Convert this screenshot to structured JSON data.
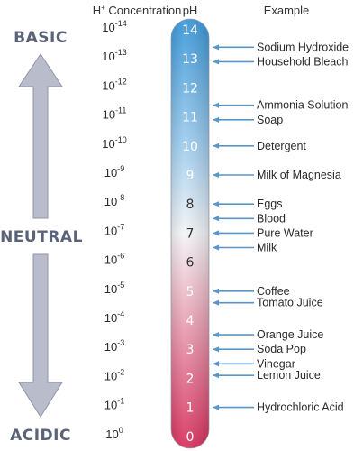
{
  "headers": {
    "concentration_prefix": "H",
    "concentration_sup": "+",
    "concentration_suffix": " Concentration",
    "ph": "pH",
    "example": "Example"
  },
  "side_labels": {
    "top": "BASIC",
    "middle": "NEUTRAL",
    "bottom": "ACIDIC"
  },
  "colors": {
    "basic": "#3a97d8",
    "neutral": "#f4f4f7",
    "acidic": "#d8305c",
    "arrow_fill": "#b8bccb",
    "pointer": "#5a96c9"
  },
  "scale": [
    {
      "ph": "14",
      "conc_base": "10",
      "conc_exp": "-14"
    },
    {
      "ph": "13",
      "conc_base": "10",
      "conc_exp": "-13"
    },
    {
      "ph": "12",
      "conc_base": "10",
      "conc_exp": "-12"
    },
    {
      "ph": "11",
      "conc_base": "10",
      "conc_exp": "-11"
    },
    {
      "ph": "10",
      "conc_base": "10",
      "conc_exp": "-10"
    },
    {
      "ph": "9",
      "conc_base": "10",
      "conc_exp": "-9"
    },
    {
      "ph": "8",
      "conc_base": "10",
      "conc_exp": "-8"
    },
    {
      "ph": "7",
      "conc_base": "10",
      "conc_exp": "-7"
    },
    {
      "ph": "6",
      "conc_base": "10",
      "conc_exp": "-6"
    },
    {
      "ph": "5",
      "conc_base": "10",
      "conc_exp": "-5"
    },
    {
      "ph": "4",
      "conc_base": "10",
      "conc_exp": "-4"
    },
    {
      "ph": "3",
      "conc_base": "10",
      "conc_exp": "-3"
    },
    {
      "ph": "2",
      "conc_base": "10",
      "conc_exp": "-2"
    },
    {
      "ph": "1",
      "conc_base": "10",
      "conc_exp": "-1"
    },
    {
      "ph": "0",
      "conc_base": "10",
      "conc_exp": "0"
    }
  ],
  "examples": [
    {
      "label": "Sodium Hydroxide",
      "ph": 13.4
    },
    {
      "label": "Household Bleach",
      "ph": 12.9
    },
    {
      "label": "Ammonia Solution",
      "ph": 11.4
    },
    {
      "label": "Soap",
      "ph": 10.9
    },
    {
      "label": "Detergent",
      "ph": 10
    },
    {
      "label": "Milk of Magnesia",
      "ph": 9
    },
    {
      "label": "Eggs",
      "ph": 8
    },
    {
      "label": "Blood",
      "ph": 7.5
    },
    {
      "label": "Pure Water",
      "ph": 7
    },
    {
      "label": "Milk",
      "ph": 6.5
    },
    {
      "label": "Coffee",
      "ph": 5
    },
    {
      "label": "Tomato Juice",
      "ph": 4.6
    },
    {
      "label": "Orange Juice",
      "ph": 3.5
    },
    {
      "label": "Soda Pop",
      "ph": 3
    },
    {
      "label": "Vinegar",
      "ph": 2.5
    },
    {
      "label": "Lemon Juice",
      "ph": 2.1
    },
    {
      "label": "Hydrochloric Acid",
      "ph": 1
    }
  ]
}
